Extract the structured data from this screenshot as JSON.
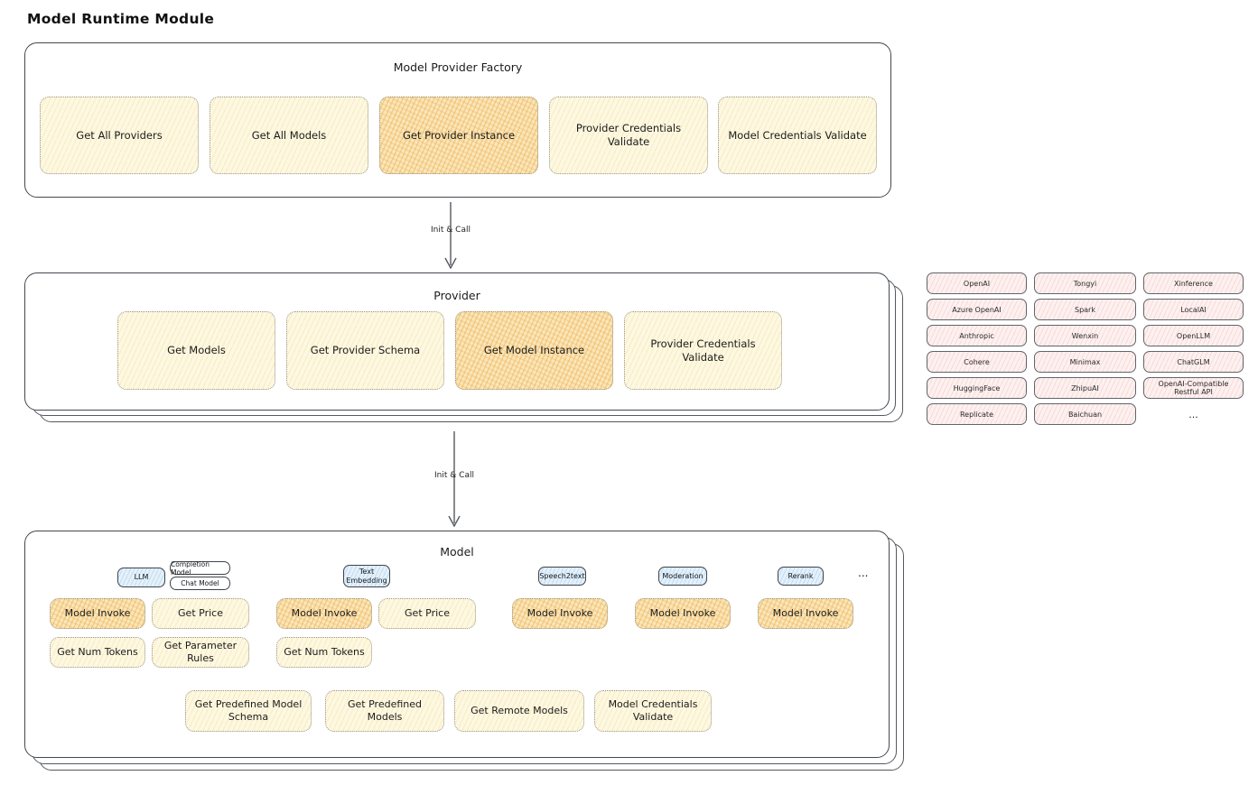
{
  "page": {
    "title": "Model Runtime Module"
  },
  "factory": {
    "title": "Model Provider Factory",
    "items": [
      {
        "label": "Get All Providers"
      },
      {
        "label": "Get All Models"
      },
      {
        "label": "Get Provider Instance"
      },
      {
        "label": "Provider Credentials Validate"
      },
      {
        "label": "Model Credentials Validate"
      }
    ]
  },
  "arrow1": {
    "label": "Init & Call"
  },
  "arrow2": {
    "label": "Init & Call"
  },
  "provider": {
    "title": "Provider",
    "items": [
      {
        "label": "Get Models"
      },
      {
        "label": "Get Provider Schema"
      },
      {
        "label": "Get Model Instance"
      },
      {
        "label": "Provider Credentials Validate"
      }
    ]
  },
  "provider_list": {
    "items": [
      "OpenAI",
      "Tongyi",
      "Xinference",
      "Azure OpenAI",
      "Spark",
      "LocalAI",
      "Anthropic",
      "Wenxin",
      "OpenLLM",
      "Cohere",
      "Minimax",
      "ChatGLM",
      "HuggingFace",
      "ZhipuAI",
      "OpenAI-Compatible Restful API",
      "Replicate",
      "Baichuan"
    ],
    "more": "..."
  },
  "model": {
    "title": "Model",
    "types": {
      "llm": "LLM",
      "completion_model": "Completion Model",
      "chat_model": "Chat Model",
      "text_embedding": "Text Embedding",
      "speech2text": "Speech2text",
      "moderation": "Moderation",
      "rerank": "Rerank",
      "more": "..."
    },
    "ops": {
      "model_invoke": "Model Invoke",
      "get_price": "Get Price",
      "get_num_tokens": "Get Num Tokens",
      "get_parameter_rules": "Get Parameter Rules",
      "get_predefined_model_schema": "Get Predefined Model Schema",
      "get_predefined_models": "Get Predefined Models",
      "get_remote_models": "Get Remote Models",
      "model_credentials_validate": "Model Credentials Validate"
    }
  },
  "colors": {
    "highlight_fill": "#f6c66d",
    "yellow_fill": "#fdf8e2",
    "pink_fill": "#fdf1f0",
    "blue_fill": "#e4f1fb",
    "stroke_dark": "#43484e"
  }
}
